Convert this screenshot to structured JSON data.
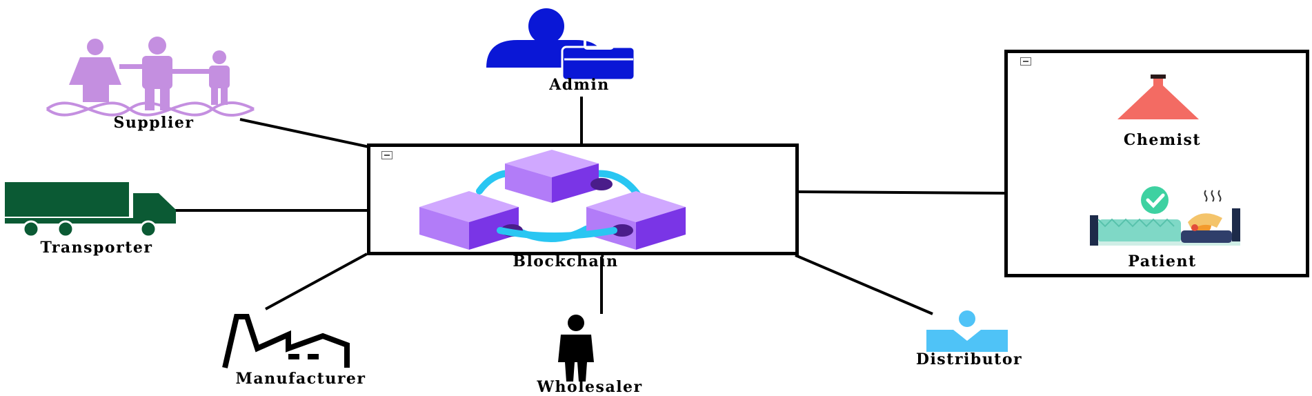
{
  "nodes": {
    "admin": "Admin",
    "supplier": "Supplier",
    "transporter": "Transporter",
    "manufacturer": "Manufacturer",
    "wholesaler": "Wholesaler",
    "distributor": "Distributor",
    "blockchain": "Blockchain",
    "chemist": "Chemist",
    "patient": "Patient"
  },
  "colors": {
    "admin": "#0a17d6",
    "supplier": "#c48fe0",
    "transporter": "#0b5a34",
    "distributor": "#4fc3f7",
    "blockchain_cube": "#b27cf8",
    "blockchain_link": "#29c6f2",
    "chemist": "#f36b63",
    "patient_check": "#3ed1a1"
  },
  "icons": {
    "admin": "admin-user-briefcase-icon",
    "supplier": "family-dna-icon",
    "transporter": "truck-icon",
    "manufacturer": "factory-icon",
    "wholesaler": "person-icon",
    "distributor": "user-card-icon",
    "blockchain": "blockchain-cubes-icon",
    "chemist": "lamp-icon",
    "patient": "patient-bed-icon"
  }
}
